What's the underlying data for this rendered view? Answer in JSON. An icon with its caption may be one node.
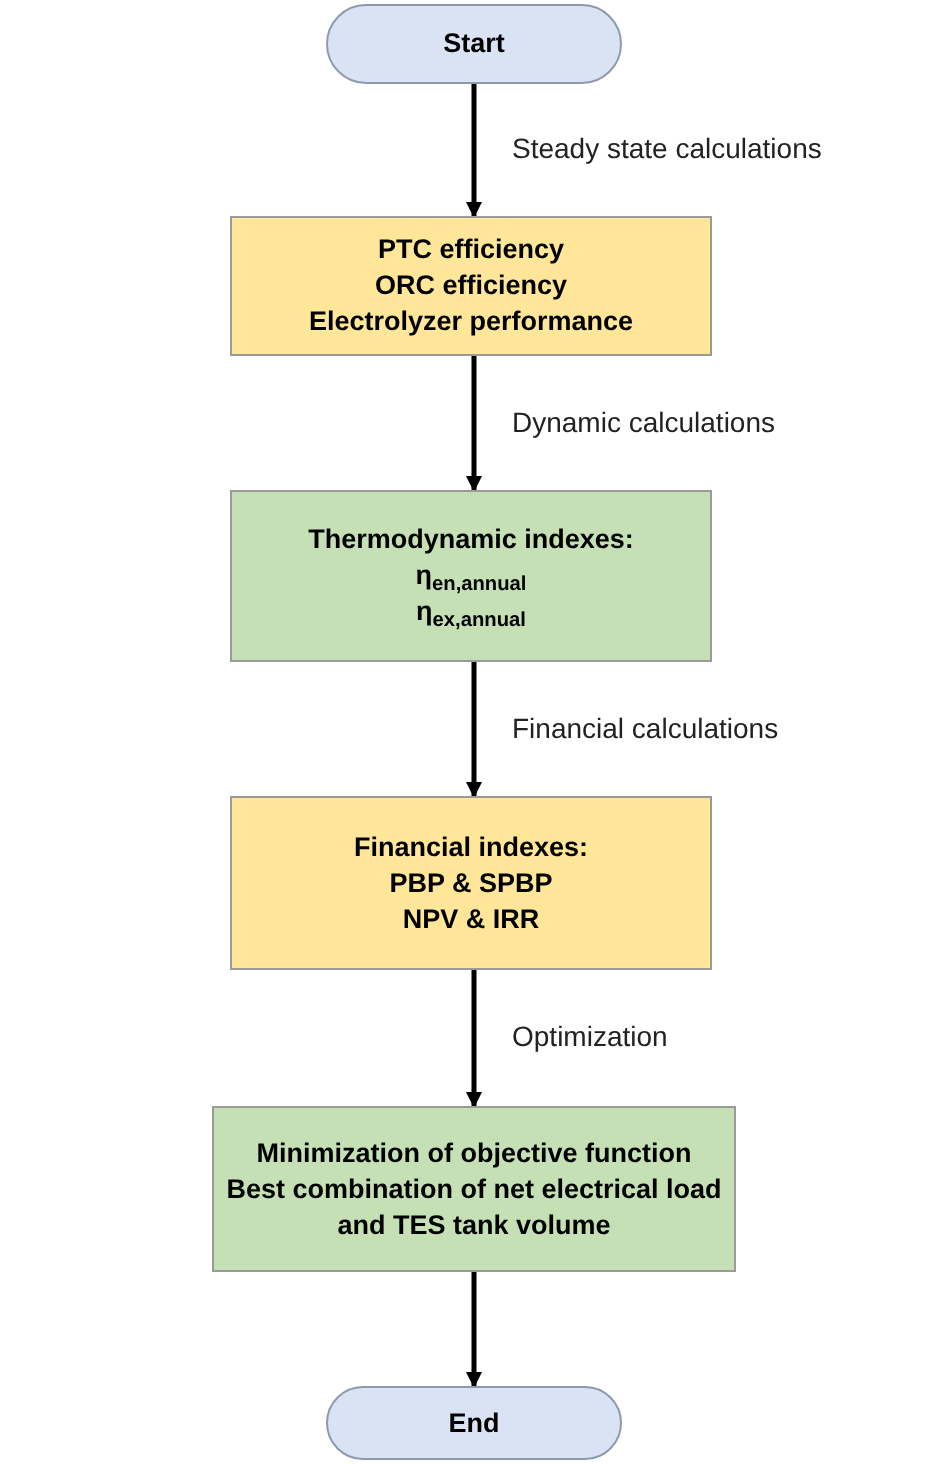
{
  "diagram": {
    "nodes": [
      {
        "text": [
          "Start"
        ]
      },
      {
        "text": [
          "PTC efficiency",
          "ORC efficiency",
          "Electrolyzer performance"
        ]
      },
      {
        "text": [
          "Thermodynamic indexes:",
          "η$_{en,annual}$",
          "η$_{ex,annual}$"
        ]
      },
      {
        "text": [
          "Financial indexes:",
          "PBP & SPBP",
          "NPV & IRR"
        ]
      },
      {
        "text": [
          "Minimization of objective function",
          "Best combination of net electrical load and TES tank volume"
        ]
      },
      {
        "text": [
          "End"
        ]
      }
    ],
    "edges": [
      {
        "from": 0,
        "to": 1,
        "arrow": "to",
        "label": "Steady state calculations"
      },
      {
        "from": 1,
        "to": 2,
        "arrow": "to",
        "label": "Dynamic calculations"
      },
      {
        "from": 2,
        "to": 3,
        "arrow": "to",
        "label": "Financial calculations"
      },
      {
        "from": 3,
        "to": 4,
        "arrow": "to",
        "label": "Optimization"
      },
      {
        "from": 4,
        "to": 5,
        "arrow": "to"
      }
    ]
  }
}
